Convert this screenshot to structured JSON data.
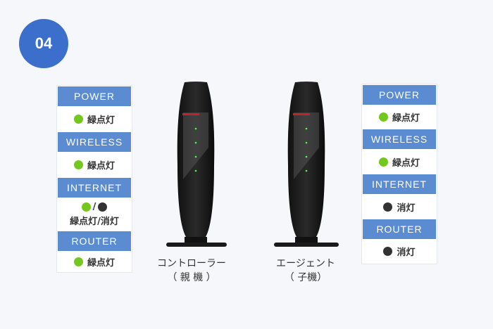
{
  "step_badge": "04",
  "colors": {
    "badge": "#3b6fcb",
    "header": "#5b8bd1",
    "led_green": "#74c81d",
    "led_off": "#333333"
  },
  "controller_panel": [
    {
      "label": "POWER",
      "status": "緑点灯",
      "leds": [
        "green"
      ]
    },
    {
      "label": "WIRELESS",
      "status": "緑点灯",
      "leds": [
        "green"
      ]
    },
    {
      "label": "INTERNET",
      "status": "緑点灯/消灯",
      "separator": "/",
      "leds": [
        "green",
        "dark"
      ]
    },
    {
      "label": "ROUTER",
      "status": "緑点灯",
      "leds": [
        "green"
      ]
    }
  ],
  "agent_panel": [
    {
      "label": "POWER",
      "status": "緑点灯",
      "leds": [
        "green"
      ]
    },
    {
      "label": "WIRELESS",
      "status": "緑点灯",
      "leds": [
        "green"
      ]
    },
    {
      "label": "INTERNET",
      "status": "消灯",
      "leds": [
        "dark"
      ]
    },
    {
      "label": "ROUTER",
      "status": "消灯",
      "leds": [
        "dark"
      ]
    }
  ],
  "controller": {
    "name": "コントローラー",
    "role": "（ 親 機 ）"
  },
  "agent": {
    "name": "エージェント",
    "role": "（ 子機）"
  }
}
